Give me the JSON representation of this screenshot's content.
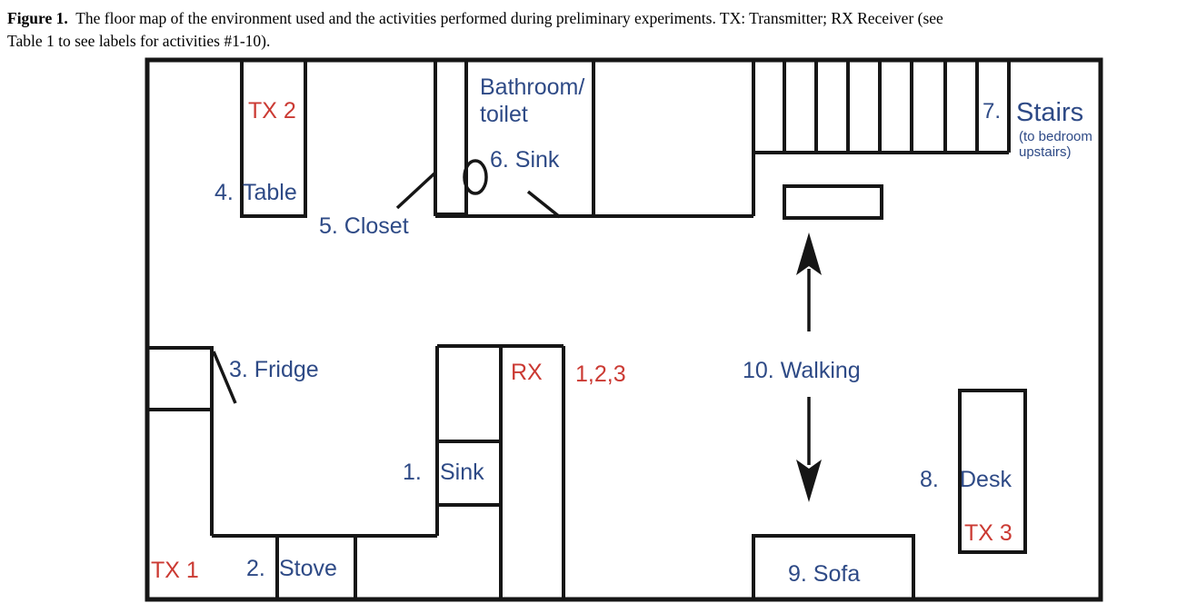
{
  "caption": {
    "figure_label": "Figure 1.",
    "line1": "  The floor map of the environment used and the activities performed during preliminary experiments. TX: Transmitter; RX Receiver (see",
    "line2": "Table 1 to see labels for activities #1-10)."
  },
  "colors": {
    "label_blue": "#2E4A86",
    "device_red": "#CB3A33",
    "wall": "#161616"
  },
  "floorplan": {
    "devices": {
      "tx1": "TX 1",
      "tx2": "TX 2",
      "tx3": "TX 3",
      "rx": "RX",
      "rx_activities": "1,2,3"
    },
    "rooms": {
      "bathroom_line1": "Bathroom/",
      "bathroom_line2": "toilet",
      "stairs": "Stairs",
      "stairs_note_line1": "(to bedroom",
      "stairs_note_line2": "upstairs)"
    },
    "activities": {
      "sink_kitchen_num": "1.",
      "sink_kitchen": "Sink",
      "stove_num": "2.",
      "stove": "Stove",
      "fridge": "3. Fridge",
      "table_num": "4.",
      "table": "Table",
      "closet": "5. Closet",
      "sink_bathroom": "6. Sink",
      "stairs_num": "7.",
      "desk_num": "8.",
      "desk": "Desk",
      "sofa": "9.  Sofa",
      "walking": "10. Walking"
    }
  }
}
